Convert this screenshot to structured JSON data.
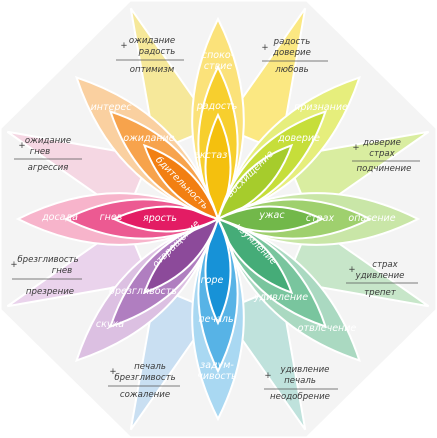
{
  "wheel": {
    "colors": {
      "yellow": "#fbe27a",
      "yellowMid": "#f7cf2e",
      "yellowIn": "#f4c00e",
      "yellowgreen": "#e6ee7c",
      "yellowgreenMid": "#c6de3a",
      "yellowgreenIn": "#a6cc2c",
      "green": "#c9e6a7",
      "greenMid": "#9fd06e",
      "greenIn": "#72b84a",
      "teal": "#aad9c1",
      "tealMid": "#79c59e",
      "tealIn": "#45ac78",
      "blue": "#a9d8f2",
      "blueMid": "#57b3e6",
      "blueIn": "#1792d7",
      "purple": "#dcc0e2",
      "purpleMid": "#b07ec0",
      "purpleIn": "#8c4a9a",
      "red": "#f7b4cb",
      "redMid": "#ec5a92",
      "redIn": "#e31c64",
      "orange": "#fad0a0",
      "orangeMid": "#f7a34c",
      "orangeIn": "#f27f12"
    },
    "inner": {
      "n": "экстаз",
      "ne": "восхищение",
      "e": "ужас",
      "se": "изумление",
      "s": "горе",
      "sw": "отвращение",
      "w": "ярость",
      "nw": "бдительность"
    },
    "middle": {
      "n": "радость",
      "ne": "доверие",
      "e": "страх",
      "se": "удивление",
      "s": "печаль",
      "sw": "брезгливость",
      "w": "гнев",
      "nw": "ожидание"
    },
    "outer": {
      "n": "споко-ствие",
      "ne": "признание",
      "e": "опасение",
      "se": "отвлечение",
      "s": "задум-чивость",
      "sw": "скука",
      "w": "досада",
      "nw": "интерес"
    },
    "dyads": {
      "n_ne": {
        "line1": "радость",
        "line2": "доверие",
        "result": "любовь"
      },
      "ne_e": {
        "line1": "доверие",
        "line2": "страх",
        "result": "подчинение"
      },
      "e_se": {
        "line1": "страх",
        "line2": "удивление",
        "result": "трепет"
      },
      "se_s": {
        "line1": "удивление",
        "line2": "печаль",
        "result": "неодобрение"
      },
      "s_sw": {
        "line1": "печаль",
        "line2": "брезгливость",
        "result": "сожаление"
      },
      "sw_w": {
        "line1": "брезгливость",
        "line2": "гнев",
        "result": "презрение"
      },
      "w_nw": {
        "line1": "ожидание",
        "line2": "гнев",
        "result": "агрессия"
      },
      "nw_n": {
        "line1": "ожидание",
        "line2": "радость",
        "result": "оптимизм"
      }
    },
    "plus": "+"
  }
}
